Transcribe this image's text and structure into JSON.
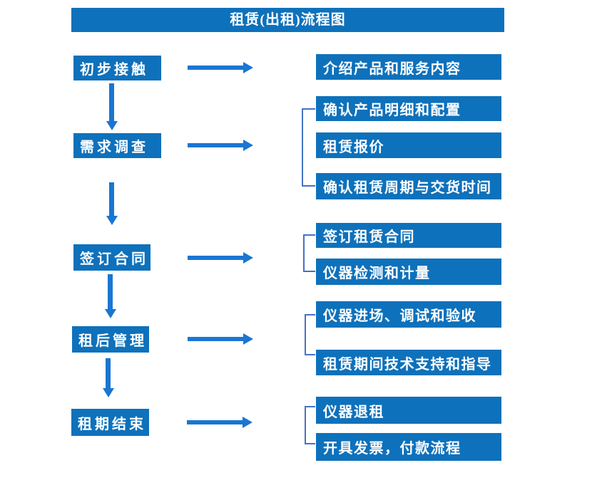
{
  "title": "租赁(出租)流程图",
  "colors": {
    "box_blue": "#0E71BB",
    "arrow_blue": "#1976D2",
    "bracket_blue": "#4472C4",
    "text_white": "#FFFFFF"
  },
  "flow": {
    "steps": [
      {
        "label": "初步接触",
        "details": [
          "介绍产品和服务内容"
        ]
      },
      {
        "label": "需求调查",
        "details": [
          "确认产品明细和配置",
          "租赁报价",
          "确认租赁周期与交货时间"
        ]
      },
      {
        "label": "签订合同",
        "details": [
          "签订租赁合同",
          "仪器检测和计量"
        ]
      },
      {
        "label": "租后管理",
        "details": [
          "仪器进场、调试和验收",
          "租赁期间技术支持和指导"
        ]
      },
      {
        "label": "租期结束",
        "details": [
          "仪器退租",
          "开具发票，付款流程"
        ]
      }
    ]
  }
}
